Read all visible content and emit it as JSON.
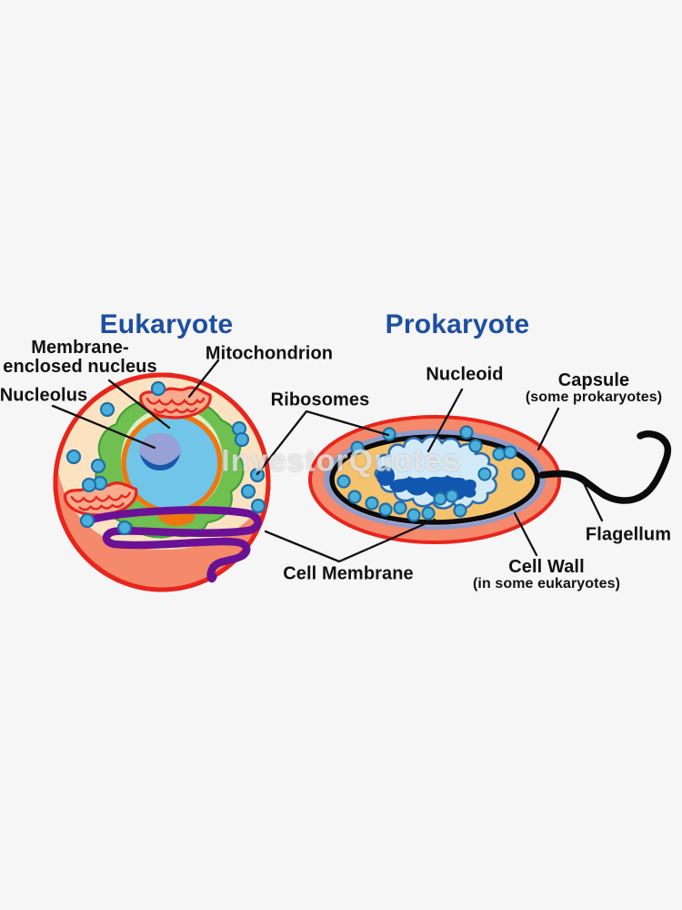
{
  "titles": {
    "eukaryote": "Eukaryote",
    "prokaryote": "Prokaryote"
  },
  "labels": {
    "membrane_nucleus_line1": "Membrane-",
    "membrane_nucleus_line2": "enclosed nucleus",
    "mitochondrion": "Mitochondrion",
    "nucleolus": "Nucleolus",
    "ribosomes": "Ribosomes",
    "nucleoid": "Nucleoid",
    "capsule": "Capsule",
    "capsule_sub": "(some prokaryotes)",
    "flagellum": "Flagellum",
    "cell_wall": "Cell Wall",
    "cell_wall_sub": "(in some eukaryotes)",
    "cell_membrane": "Cell Membrane"
  },
  "watermark": "InvestorQuotes",
  "colors": {
    "bg": "#f6f6f6",
    "ink": "#111111",
    "title-blue": "#1d4fa1",
    "red": "#e8251c",
    "cream": "#fbe3c2",
    "salmon": "#f4896b",
    "mito": "#f9ab8d",
    "nucleus-blue": "#70c5e8",
    "orange": "#ee7711",
    "nucleolus": "#98a0d6",
    "nucleolus-dark": "#1a57ae",
    "green": "#6fc050",
    "green-dark": "#3fa03a",
    "green-light": "#d8efc8",
    "purple": "#6b1195",
    "ribosome": "#4cb0dc",
    "ribosome-edge": "#1e6fa5",
    "wall": "#8f9cca",
    "wall-light": "#bdd0ea",
    "cyto": "#f5c26d",
    "nucleoid-light": "#d2eaf8",
    "nucleoid-edge": "#2a6cb3",
    "nucleoid-dark": "#1157af",
    "membrane": "#0b0b0b"
  }
}
